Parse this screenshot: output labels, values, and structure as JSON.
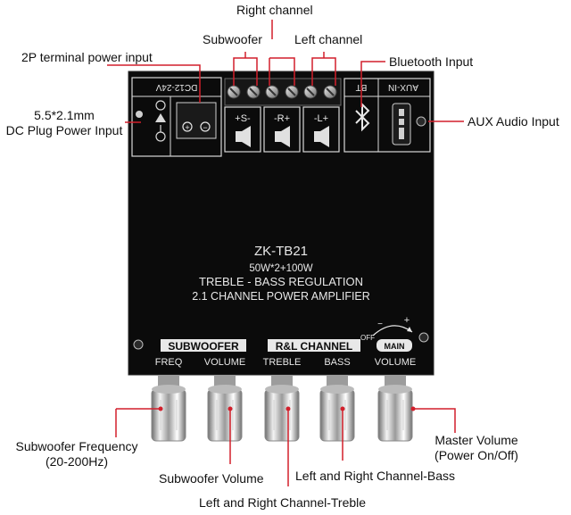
{
  "board": {
    "power_spec": "DC12-24V",
    "bt_label": "BT",
    "aux_label": "AUX-IN",
    "sub_term": "+S-",
    "r_term": "-R+",
    "l_term": "-L+",
    "model": "ZK-TB21",
    "power": "50W*2+100W",
    "line1": "TREBLE - BASS REGULATION",
    "line2": "2.1 CHANNEL POWER AMPLIFIER",
    "sub_header": "SUBWOOFER",
    "rl_header": "R&L CHANNEL",
    "freq": "FREQ",
    "sub_volume": "VOLUME",
    "treble": "TREBLE",
    "bass": "BASS",
    "main_volume": "VOLUME",
    "main_badge": "MAIN",
    "off": "OFF",
    "minus": "−",
    "plus": "+"
  },
  "callouts": {
    "right_channel": "Right channel",
    "subwoofer": "Subwoofer",
    "left_channel": "Left channel",
    "terminal_power": "2P terminal power input",
    "bluetooth": "Bluetooth Input",
    "dc_plug_line1": "5.5*2.1mm",
    "dc_plug_line2": "DC Plug Power Input",
    "aux": "AUX Audio Input",
    "sub_freq_line1": "Subwoofer Frequency",
    "sub_freq_line2": "(20-200Hz)",
    "sub_volume": "Subwoofer Volume",
    "rl_bass": "Left and Right Channel-Bass",
    "rl_treble": "Left and Right Channel-Treble",
    "master_line1": "Master Volume",
    "master_line2": "(Power On/Off)"
  },
  "colors": {
    "callout_line": "#d21f2b",
    "board": "#0b0b0b",
    "silk": "#e8e8e8"
  }
}
